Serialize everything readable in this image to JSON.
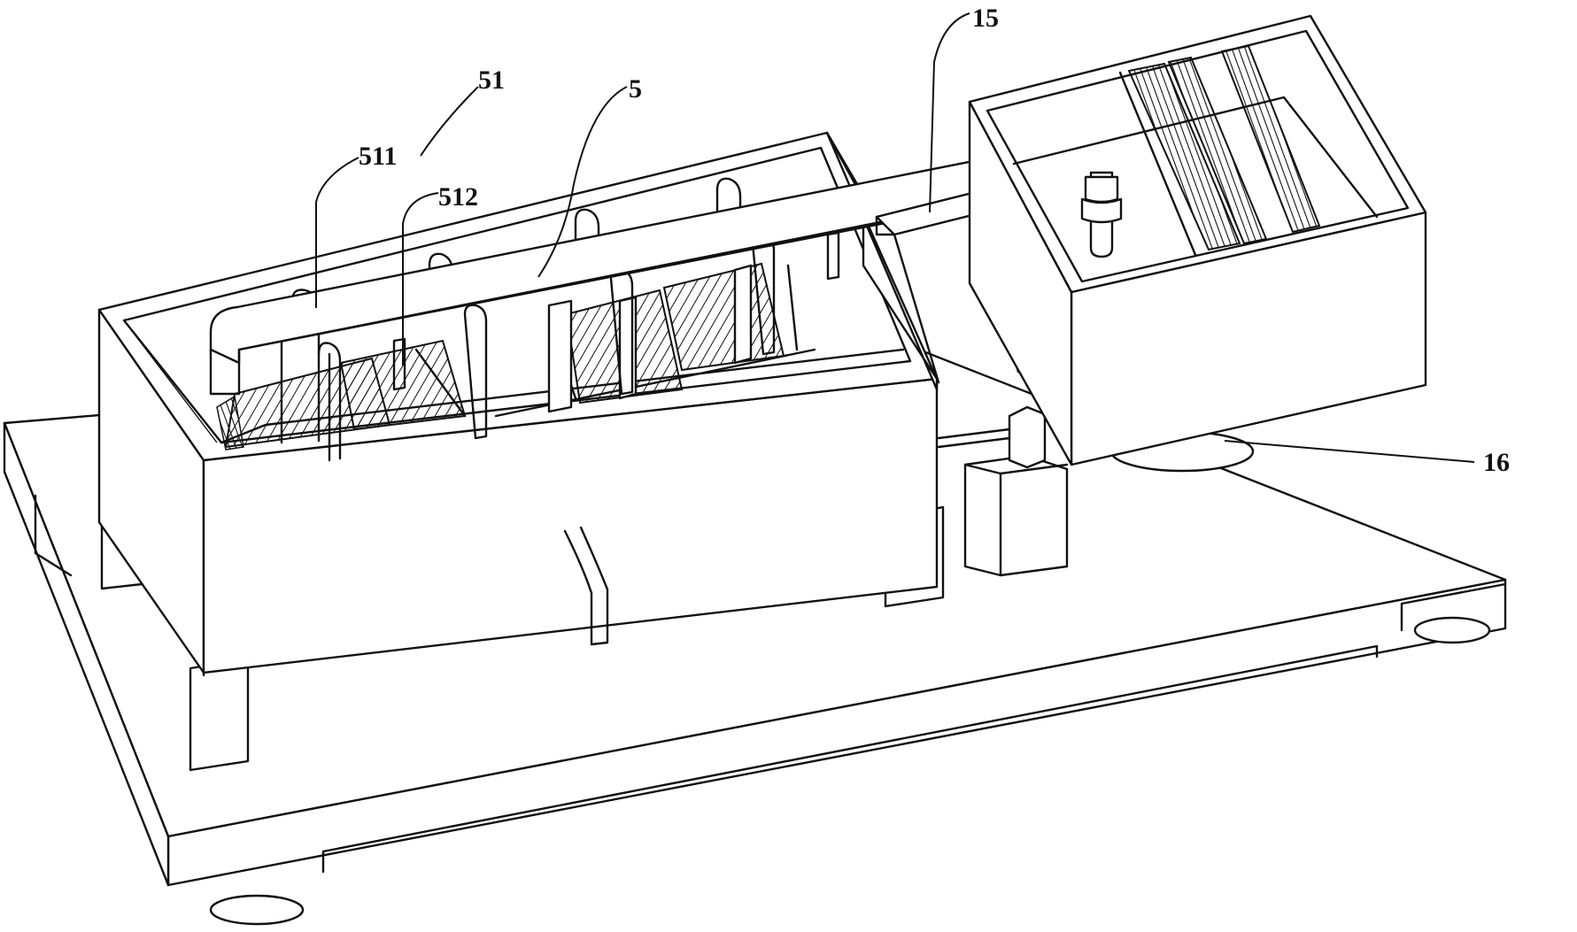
{
  "figure": {
    "labels": {
      "l51": "51",
      "l511": "511",
      "l512": "512",
      "l5": "5",
      "l15": "15",
      "l16": "16"
    },
    "colors": {
      "line": "#111111",
      "background": "#ffffff"
    }
  }
}
